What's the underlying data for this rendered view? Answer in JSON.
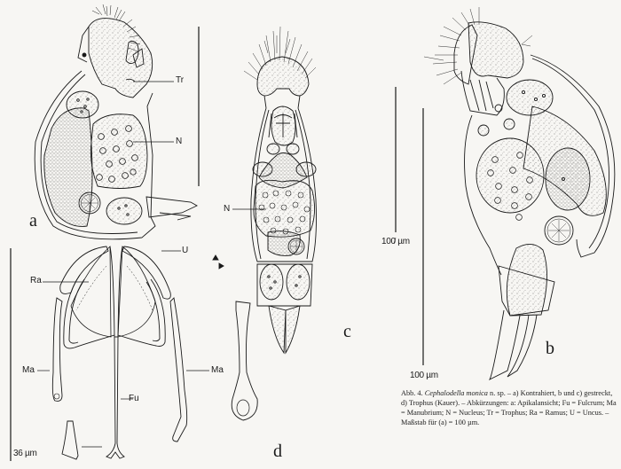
{
  "figure": {
    "panels": [
      {
        "id": "a",
        "label": "a",
        "description": "Kontrahiert (contracted)"
      },
      {
        "id": "b",
        "label": "b",
        "description": "gestreckt (extended), lateral"
      },
      {
        "id": "c",
        "label": "c",
        "description": "gestreckt (extended), dorsal"
      },
      {
        "id": "d",
        "label": "d",
        "description": "Trophus (Kauer)"
      }
    ],
    "annotations": {
      "a": {
        "tr": "Tr",
        "n": "N"
      },
      "c": {
        "n": "N"
      },
      "d": {
        "ra": "Ra",
        "u": "U",
        "ma_left": "Ma",
        "ma_right": "Ma",
        "fu": "Fu"
      }
    },
    "scale_bars": {
      "c_scale": "100 µm",
      "b_scale": "100 µm",
      "d_scale": "36 µm"
    }
  },
  "caption": {
    "prefix": "Abb. 4.",
    "species": "Cephalodella monica",
    "text": " n. sp. – a) Kontrahiert, b und c) gestreckt, d) Trophus (Kauer). – Abkürzungen: a: Apikalansicht; Fu = Fulcrum; Ma = Manubrium; N = Nucleus; Tr = Trophus; Ra = Ramus; U = Uncus. – Maßstab für (a) = 100 µm."
  }
}
